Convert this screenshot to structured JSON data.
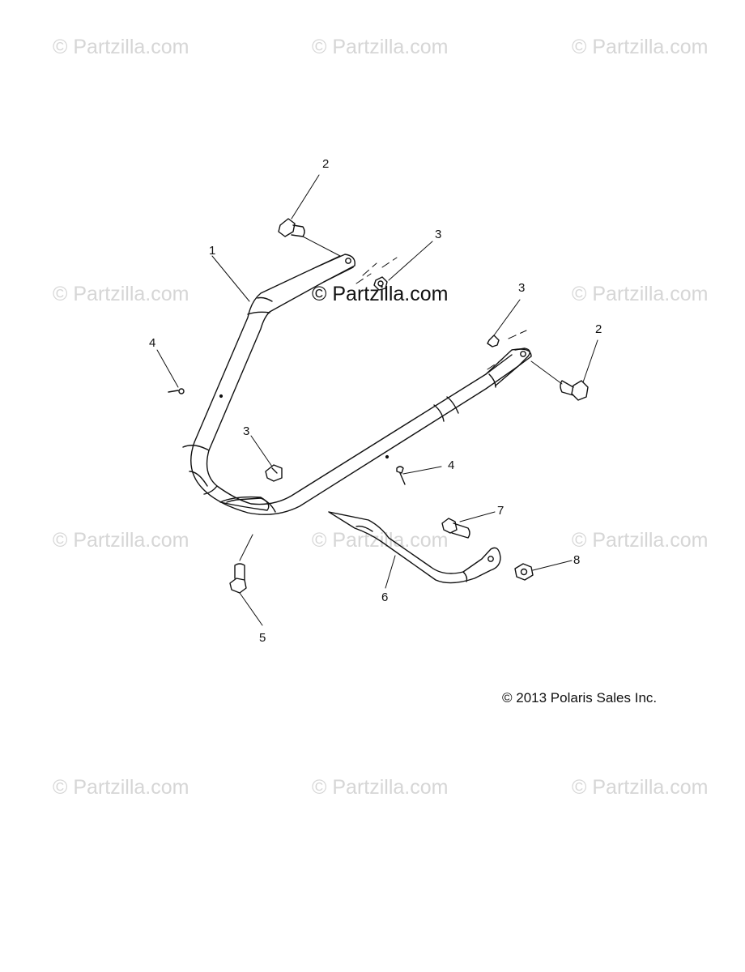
{
  "watermark_text": "© Partzilla.com",
  "center_watermark_text": "© Partzilla.com",
  "copyright": "© 2013 Polaris Sales Inc.",
  "callouts": {
    "c1": "1",
    "c2a": "2",
    "c2b": "2",
    "c3a": "3",
    "c3b": "3",
    "c3c": "3",
    "c4a": "4",
    "c4b": "4",
    "c5": "5",
    "c6": "6",
    "c7": "7",
    "c8": "8"
  }
}
